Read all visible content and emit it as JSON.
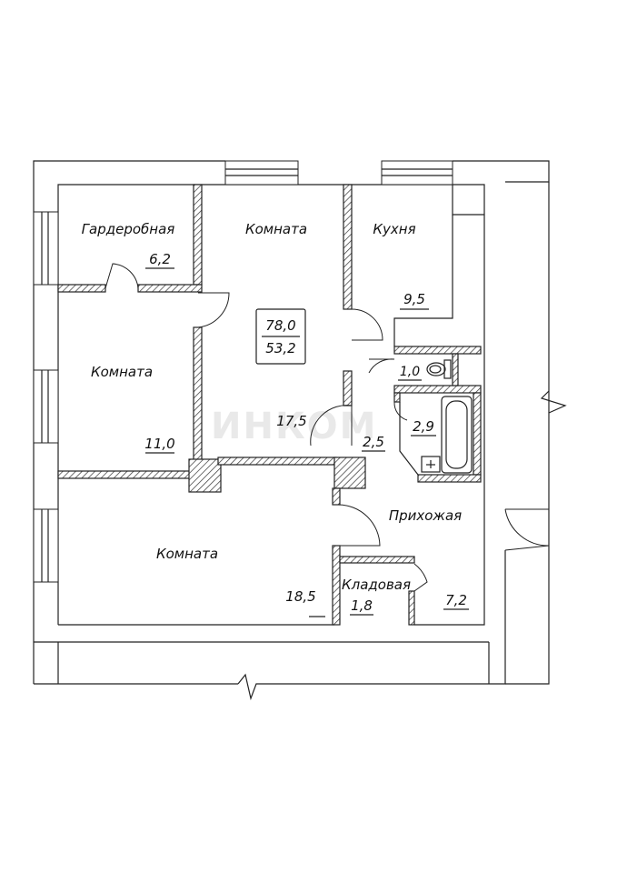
{
  "plan": {
    "total_area": "78,0",
    "living_area": "53,2",
    "watermark": "ИНКОМ",
    "rooms": [
      {
        "id": "wardrobe",
        "name": "Гардеробная",
        "area": "6,2"
      },
      {
        "id": "room-top",
        "name": "Комната",
        "area": "17,5"
      },
      {
        "id": "kitchen",
        "name": "Кухня",
        "area": "9,5"
      },
      {
        "id": "room-left",
        "name": "Комната",
        "area": "11,0"
      },
      {
        "id": "wc",
        "name": "",
        "area": "1,0"
      },
      {
        "id": "bath",
        "name": "",
        "area": "2,9"
      },
      {
        "id": "corridor",
        "name": "",
        "area": "2,5"
      },
      {
        "id": "room-bottom",
        "name": "Комната",
        "area": "18,5"
      },
      {
        "id": "hall",
        "name": "Прихожая",
        "area": "7,2"
      },
      {
        "id": "pantry",
        "name": "Кладовая",
        "area": "1,8"
      }
    ]
  }
}
